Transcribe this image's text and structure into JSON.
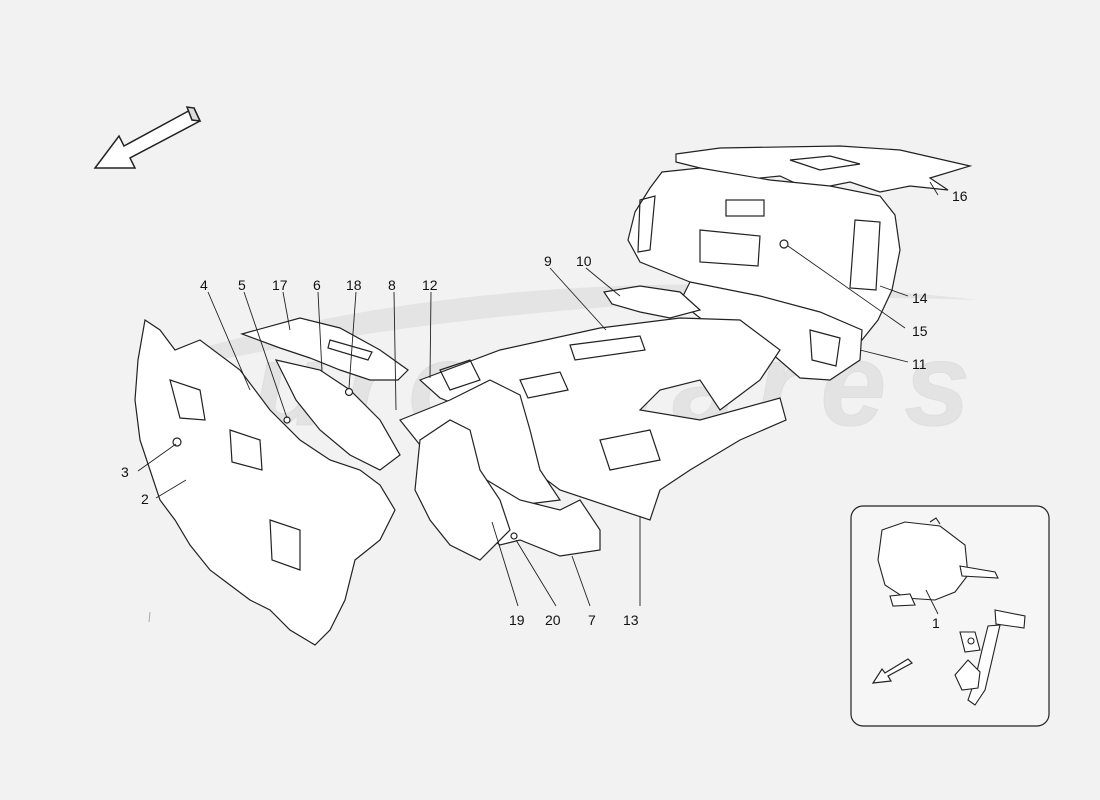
{
  "diagram": {
    "watermark": "eurospares",
    "callouts": [
      {
        "id": "c1",
        "label": "1"
      },
      {
        "id": "c2",
        "label": "2"
      },
      {
        "id": "c3",
        "label": "3"
      },
      {
        "id": "c4",
        "label": "4"
      },
      {
        "id": "c5",
        "label": "5"
      },
      {
        "id": "c6",
        "label": "6"
      },
      {
        "id": "c7",
        "label": "7"
      },
      {
        "id": "c8",
        "label": "8"
      },
      {
        "id": "c9",
        "label": "9"
      },
      {
        "id": "c10",
        "label": "10"
      },
      {
        "id": "c11",
        "label": "11"
      },
      {
        "id": "c12",
        "label": "12"
      },
      {
        "id": "c13",
        "label": "13"
      },
      {
        "id": "c14",
        "label": "14"
      },
      {
        "id": "c15",
        "label": "15"
      },
      {
        "id": "c16",
        "label": "16"
      },
      {
        "id": "c17",
        "label": "17"
      },
      {
        "id": "c18",
        "label": "18"
      },
      {
        "id": "c19",
        "label": "19"
      },
      {
        "id": "c20",
        "label": "20"
      }
    ],
    "colors": {
      "background": "#f2f2f2",
      "line": "#222222",
      "part_fill": "#ffffff",
      "watermark": "#e2e2e2"
    }
  }
}
